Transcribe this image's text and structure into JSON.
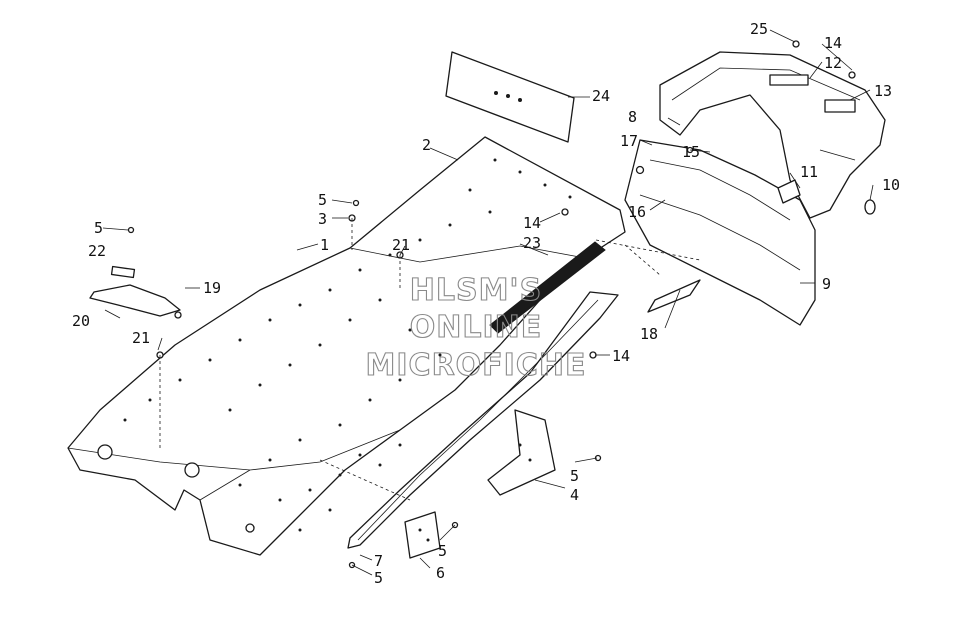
{
  "watermark": {
    "line1": "HLSM'S",
    "line2": "ONLINE",
    "line3": "MICROFICHE"
  },
  "callouts": [
    {
      "id": "c1",
      "label": "1"
    },
    {
      "id": "c2",
      "label": "2"
    },
    {
      "id": "c3",
      "label": "3"
    },
    {
      "id": "c4",
      "label": "4"
    },
    {
      "id": "c5a",
      "label": "5"
    },
    {
      "id": "c5b",
      "label": "5"
    },
    {
      "id": "c5c",
      "label": "5"
    },
    {
      "id": "c5d",
      "label": "5"
    },
    {
      "id": "c5e",
      "label": "5"
    },
    {
      "id": "c6",
      "label": "6"
    },
    {
      "id": "c7",
      "label": "7"
    },
    {
      "id": "c8",
      "label": "8"
    },
    {
      "id": "c9",
      "label": "9"
    },
    {
      "id": "c10",
      "label": "10"
    },
    {
      "id": "c11",
      "label": "11"
    },
    {
      "id": "c12",
      "label": "12"
    },
    {
      "id": "c13",
      "label": "13"
    },
    {
      "id": "c14a",
      "label": "14"
    },
    {
      "id": "c14b",
      "label": "14"
    },
    {
      "id": "c14c",
      "label": "14"
    },
    {
      "id": "c15",
      "label": "15"
    },
    {
      "id": "c16",
      "label": "16"
    },
    {
      "id": "c17",
      "label": "17"
    },
    {
      "id": "c18",
      "label": "18"
    },
    {
      "id": "c19",
      "label": "19"
    },
    {
      "id": "c20",
      "label": "20"
    },
    {
      "id": "c21a",
      "label": "21"
    },
    {
      "id": "c21b",
      "label": "21"
    },
    {
      "id": "c22",
      "label": "22"
    },
    {
      "id": "c23",
      "label": "23"
    },
    {
      "id": "c24",
      "label": "24"
    },
    {
      "id": "c25",
      "label": "25"
    }
  ]
}
